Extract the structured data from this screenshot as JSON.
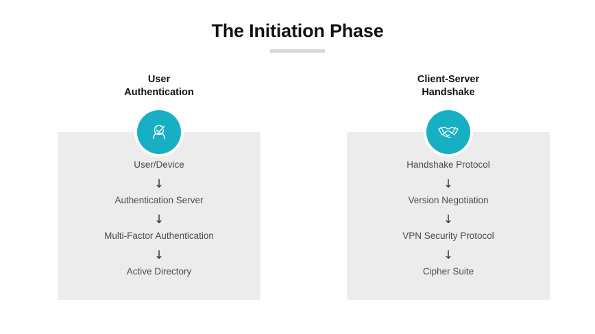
{
  "header": {
    "title": "The Initiation Phase"
  },
  "theme": {
    "accent": "#17afc4",
    "panel_bg": "#ececec",
    "page_bg": "#ffffff",
    "title_color": "#111111",
    "item_color": "#4a4a4a",
    "rule_color": "#d8d8d8"
  },
  "columns": [
    {
      "id": "user-authentication",
      "title": "User\nAuthentication",
      "title_line1": "User",
      "title_line2": "Authentication",
      "icon": "user-check-icon",
      "arrow": "↓",
      "items": [
        "User/Device",
        "Authentication Server",
        "Multi-Factor Authentication",
        "Active Directory"
      ]
    },
    {
      "id": "client-server-handshake",
      "title": "Client-Server\nHandshake",
      "title_line1": "Client-Server",
      "title_line2": "Handshake",
      "icon": "handshake-icon",
      "arrow": "↓",
      "items": [
        "Handshake Protocol",
        "Version Negotiation",
        "VPN Security Protocol",
        "Cipher Suite"
      ]
    }
  ]
}
